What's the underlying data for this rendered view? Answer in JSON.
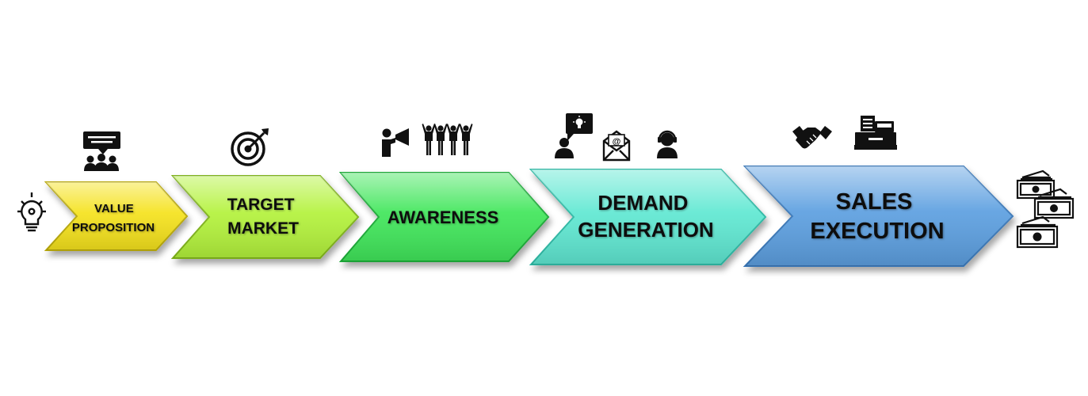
{
  "colors": {
    "value_proposition": "#f5e21b",
    "target_market": "#b3f23a",
    "awareness": "#3fe65a",
    "demand_generation": "#5fe8d2",
    "sales_execution": "#5b9fe0",
    "icon": "#111111"
  },
  "steps": [
    {
      "lines": [
        "VALUE",
        "PROPOSITION"
      ],
      "icons": [
        "presentation-audience-icon"
      ]
    },
    {
      "lines": [
        "TARGET",
        "MARKET"
      ],
      "icons": [
        "target-icon"
      ]
    },
    {
      "lines": [
        "AWARENESS"
      ],
      "icons": [
        "megaphone-speaker-icon",
        "cheering-crowd-icon"
      ]
    },
    {
      "lines": [
        "DEMAND",
        "GENERATION"
      ],
      "icons": [
        "idea-person-icon",
        "email-icon",
        "headset-agent-icon"
      ]
    },
    {
      "lines": [
        "SALES",
        "EXECUTION"
      ],
      "icons": [
        "handshake-icon",
        "cash-register-icon"
      ]
    }
  ],
  "start_icon": "lightbulb-gear-icon",
  "end_icon": "money-stacks-icon"
}
